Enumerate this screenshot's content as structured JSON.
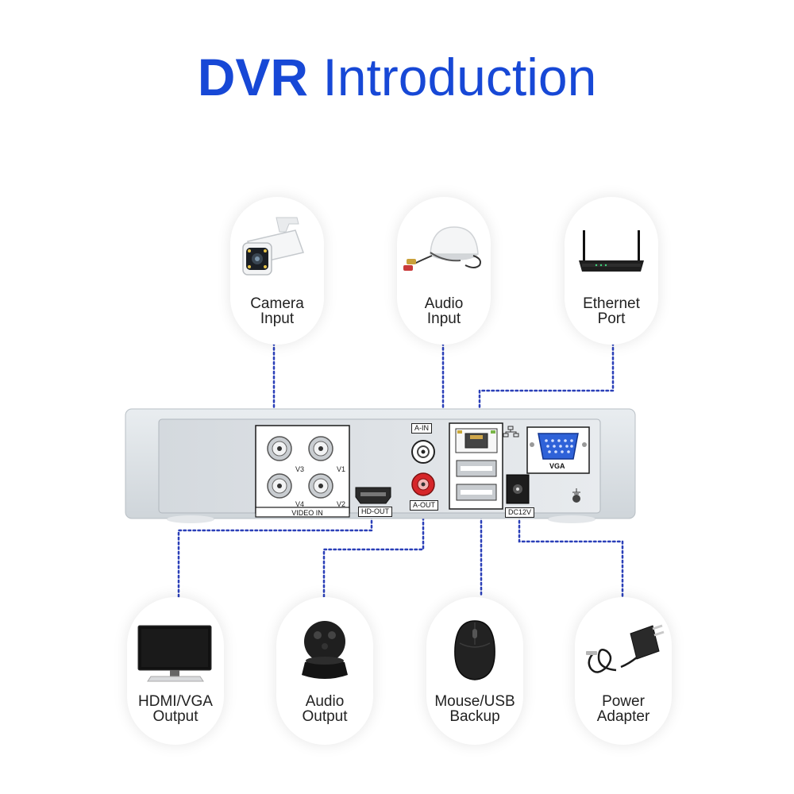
{
  "title": {
    "bold": "DVR",
    "light": "Introduction"
  },
  "top_items": [
    {
      "line1": "Camera",
      "line2": "Input",
      "icon": "camera-icon"
    },
    {
      "line1": "Audio",
      "line2": "Input",
      "icon": "microphone-icon"
    },
    {
      "line1": "Ethernet",
      "line2": "Port",
      "icon": "router-icon"
    }
  ],
  "bottom_items": [
    {
      "line1": "HDMI/VGA",
      "line2": "Output",
      "icon": "monitor-icon"
    },
    {
      "line1": "Audio",
      "line2": "Output",
      "icon": "speaker-icon"
    },
    {
      "line1": "Mouse/USB",
      "line2": "Backup",
      "icon": "mouse-icon"
    },
    {
      "line1": "Power",
      "line2": "Adapter",
      "icon": "power-adapter-icon"
    }
  ],
  "dvr_labels": {
    "video_in": "VIDEO IN",
    "v1": "V1",
    "v2": "V2",
    "v3": "V3",
    "v4": "V4",
    "hd_out": "HD-OUT",
    "a_in": "A-IN",
    "a_out": "A-OUT",
    "vga": "VGA",
    "dc": "DC12V"
  },
  "colors": {
    "title": "#1748d6",
    "wire": "#2a3fb8",
    "vga_port": "#2f62d8",
    "audio_out_port": "#d6262a"
  }
}
